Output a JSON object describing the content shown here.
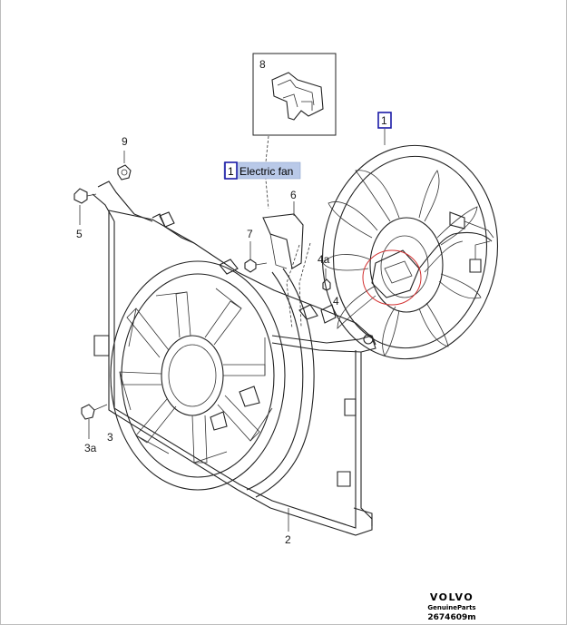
{
  "callouts": {
    "c1": "1",
    "c2": "2",
    "c3": "3",
    "c3a": "3a",
    "c4": "4",
    "c4a": "4a",
    "c5": "5",
    "c6": "6",
    "c7": "7",
    "c8": "8",
    "c9": "9"
  },
  "tooltip": {
    "number": "1",
    "text": "Electric fan"
  },
  "brand": {
    "logo": "VOLVO",
    "tagline": "GenuineParts",
    "code": "2674609m"
  },
  "colors": {
    "highlight_box": "#1a1aa6",
    "tooltip_bg": "#b9c9e8",
    "marker_circle": "#d23030"
  }
}
